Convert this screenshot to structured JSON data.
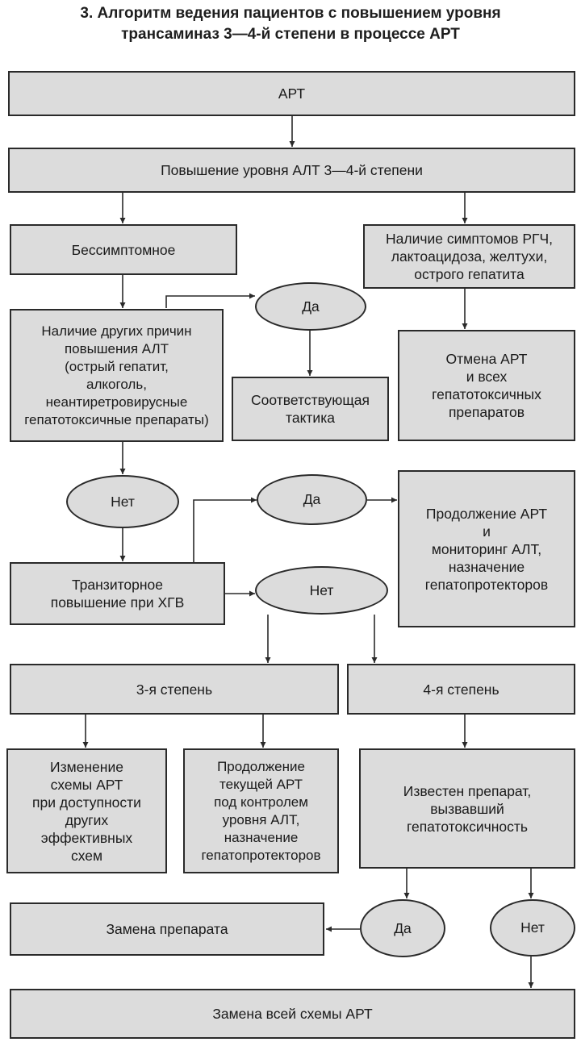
{
  "title": {
    "line1": "3. Алгоритм ведения пациентов с повышением уровня",
    "line2": "трансаминаз 3—4-й степени в процессе АРТ"
  },
  "nodes": {
    "art": "АРТ",
    "alt_increase": "Повышение уровня АЛТ 3—4-й степени",
    "asymptomatic": "Бессимптомное",
    "symptoms": "Наличие симптомов РГЧ,\nлактоацидоза, желтухи,\nострого  гепатита",
    "other_causes": "Наличие других причин\nповышения АЛТ\n(острый гепатит,\nалкоголь,\nнеантиретровирусные\nгепатотоксичные препараты)",
    "yes1": "Да",
    "appropriate_tactics": "Соответствующая\nтактика",
    "cancel_art": "Отмена АРТ\nи всех\nгепатотоксичных\nпрепаратов",
    "no1": "Нет",
    "yes2": "Да",
    "continue_art": "Продолжение АРТ\nи\nмониторинг АЛТ,\nназначение\nгепатопротекторов",
    "transient": "Транзиторное\nповышение при ХГВ",
    "no2": "Нет",
    "grade3": "3-я степень",
    "grade4": "4-я степень",
    "change_scheme": "Изменение\nсхемы АРТ\nпри доступности\nдругих\nэффективных\nсхем",
    "continue_current": "Продолжение\nтекущей АРТ\nпод контролем\nуровня АЛТ,\nназначение\nгепатопротекторов",
    "known_drug": "Известен препарат,\nвызвавший\nгепатотоксичность",
    "replace_drug": "Замена препарата",
    "yes3": "Да",
    "no3": "Нет",
    "replace_scheme": "Замена всей схемы АРТ"
  },
  "colors": {
    "fill": "#dcdcdc",
    "stroke": "#2a2a2a"
  }
}
